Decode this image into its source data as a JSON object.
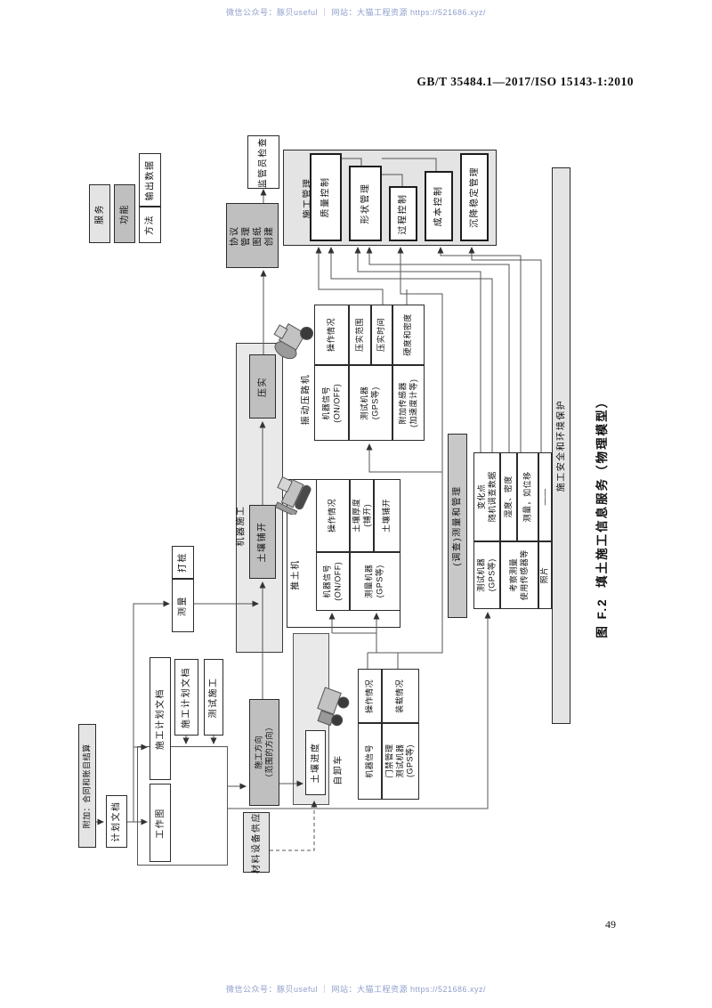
{
  "watermark": {
    "top": "微信公众号：豚贝useful ｜ 网站：大猫工程资源 https://521686.xyz/",
    "bottom": "微信公众号：豚贝useful ｜ 网站：大猫工程资源 https://521686.xyz/"
  },
  "header": {
    "standard_number": "GB/T 35484.1—2017/ISO 15143-1:2010"
  },
  "footer": {
    "page_number": "49"
  },
  "figure": {
    "title": "图 F.2  填土施工信息服务（物理模型）"
  },
  "legend": {
    "service": "服务",
    "function": "功能",
    "method": "方法",
    "output": "输出数据"
  },
  "flow": {
    "supervisor": "监管员检查",
    "protocol": "协议\n管理\n图纸\n创建"
  },
  "mgmt": {
    "title": "施工管理",
    "quality": "质量控制",
    "shape": "形状管理",
    "process": "过程控制",
    "cost": "成本控制",
    "settlement": "沉降稳定管理"
  },
  "safety": {
    "label": "施工安全和环境保护"
  },
  "band": {
    "title": "机器施工",
    "compaction": "压实",
    "spreading": "土壤铺开"
  },
  "roller": {
    "name": "振动压路机",
    "outputs": [
      "操作情况",
      "压实范围",
      "压实时间",
      "硬度和密度"
    ],
    "methods": [
      "机器信号\n(ON/OFF)",
      "测试机器\n(GPS等)",
      "附加传感器\n(加速度计等)"
    ]
  },
  "dozer": {
    "name": "推土机",
    "outputs": [
      "操作情况",
      "土壤厚度\n(铺开)",
      "土壤铺开"
    ],
    "methods": [
      "机器信号\n(ON/OFF)",
      "测量机器\n(GPS等)"
    ]
  },
  "truck": {
    "name": "自卸车",
    "progress": "土壤进度",
    "outputs": [
      "操作情况",
      "装载情况"
    ],
    "methods": [
      "机器信号",
      "门禁管理\n测试机器\n(GPS等)"
    ]
  },
  "survey": {
    "name": "(调查)测量和管理",
    "outputs": [
      "变化点\n随机调查数据",
      "湿度、密度",
      "测量，如位移",
      "——"
    ],
    "methods": [
      "测试机器\n(GPS等)",
      "考察测量\n使用传感器等",
      "照片"
    ]
  },
  "plan": {
    "additional": "附加：合同和账目结算",
    "plan_doc": "计划文档",
    "work_drawing": "工作图",
    "plan_doc_tall": "施工计划文档",
    "plan_doc2": "施工计划文档",
    "test_construction": "测试施工",
    "piling": "打桩",
    "survey_box": "测量",
    "direction": "施工方向\n（范围的方向）",
    "material": "材料设备供应"
  }
}
